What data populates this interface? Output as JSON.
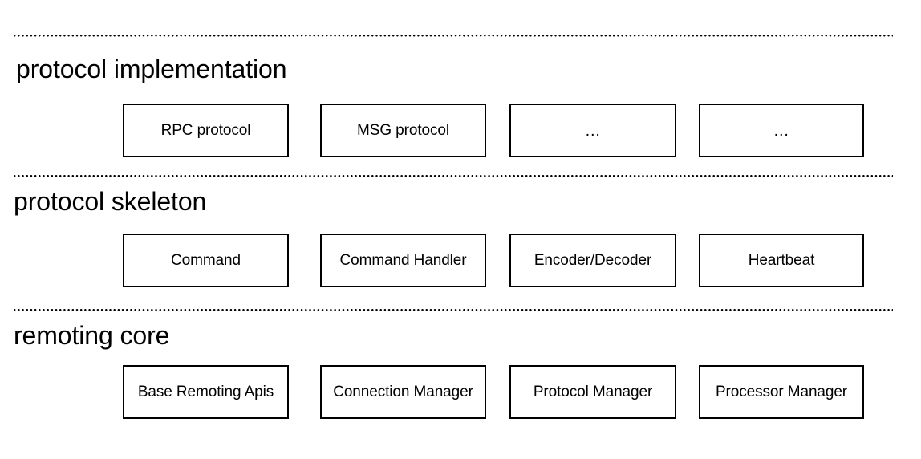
{
  "diagram": {
    "type": "layered-architecture",
    "accent_color": "#000000",
    "background_color": "#ffffff",
    "layers": [
      {
        "id": "protocol-implementation",
        "title": "protocol implementation",
        "nodes": [
          {
            "label": "RPC protocol"
          },
          {
            "label": "MSG protocol"
          },
          {
            "label": "…"
          },
          {
            "label": "…"
          }
        ]
      },
      {
        "id": "protocol-skeleton",
        "title": "protocol skeleton",
        "nodes": [
          {
            "label": "Command"
          },
          {
            "label": "Command Handler"
          },
          {
            "label": "Encoder/Decoder"
          },
          {
            "label": "Heartbeat"
          }
        ]
      },
      {
        "id": "remoting-core",
        "title": "remoting core",
        "nodes": [
          {
            "label": "Base Remoting Apis"
          },
          {
            "label": "Connection Manager"
          },
          {
            "label": "Protocol Manager"
          },
          {
            "label": "Processor Manager"
          }
        ]
      }
    ]
  }
}
